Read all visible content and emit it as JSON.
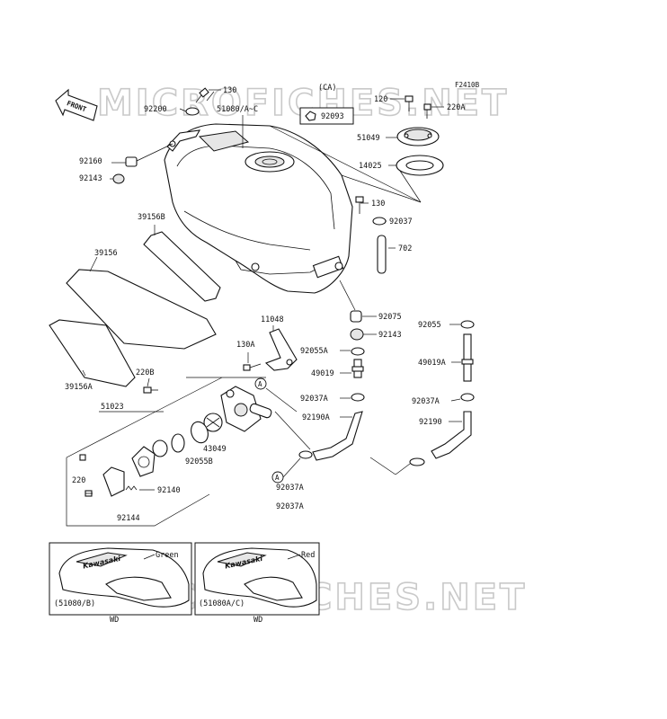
{
  "diagram_code": "F2410B",
  "watermark": "MICROFICHES.NET",
  "front_arrow": "FRONT",
  "region_ca": "(CA)",
  "callouts": {
    "c130_top": "130",
    "c92200": "92200",
    "c51080": "51080/A~C",
    "c92093": "92093",
    "c120": "120",
    "c220A": "220A",
    "c51049": "51049",
    "c14025": "14025",
    "c92160": "92160",
    "c92143_left": "92143",
    "c130_mid": "130",
    "c92037": "92037",
    "c702": "702",
    "c39156B": "39156B",
    "c39156": "39156",
    "c39156A": "39156A",
    "c11048": "11048",
    "c130A": "130A",
    "c220B": "220B",
    "c51023": "51023",
    "c43049": "43049",
    "c92055B": "92055B",
    "c220": "220",
    "c92140": "92140",
    "c92144": "92144",
    "c92075": "92075",
    "c92143_right": "92143",
    "c92055A": "92055A",
    "c49019": "49019",
    "c92037A_1": "92037A",
    "c92190A": "92190A",
    "c92037A_2": "92037A",
    "c92037A_3": "92037A",
    "c92055": "92055",
    "c49019A": "49019A",
    "c92037A_4": "92037A",
    "c92190": "92190",
    "ref_A1": "A",
    "ref_A2": "A"
  },
  "variants": [
    {
      "color": "Green",
      "code": "(51080/B)",
      "market": "WD",
      "brand": "Kawasaki"
    },
    {
      "color": "Red",
      "code": "(51080A/C)",
      "market": "WD",
      "brand": "Kawasaki"
    }
  ]
}
